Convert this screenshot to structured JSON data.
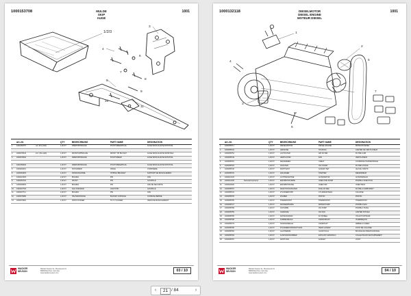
{
  "left_page": {
    "code": "1000153708",
    "title": [
      "MULDE",
      "SKIP",
      "AUGE"
    ],
    "group_number": "1001",
    "drawing_callout": "1/2/3",
    "columns": [
      "Art.-Nr.",
      "QTY",
      "BEZEICHNUNG",
      "PART NAME",
      "DESIGNATION"
    ],
    "rows": [
      [
        "1",
        "1000150757",
        "vef. (Pos.2&3)",
        "1,00 ST",
        "DREHKIPPMULDE",
        "PIVOT/SPEED/HAUL",
        "AUGE BASCULANTE ROTATIVE"
      ],
      [
        "",
        "",
        "",
        "",
        "",
        "",
        ""
      ],
      [
        "2",
        "1000078044",
        "incl. (Pos.2&3)",
        "1,00 ST",
        "FRONTKIPPMULDE",
        "FRONT TIP BUCKET",
        "AUGE BASCULANTE FRONTALE"
      ],
      [
        "3",
        "1000078040",
        "",
        "1,00 ST",
        "DREHKIPPMULDE",
        "PIVOT/SPEED",
        "AUGE BASCULANTE ROTATIVE"
      ],
      [
        "",
        "",
        "",
        "",
        "",
        "",
        ""
      ],
      [
        "4",
        "1000156340",
        "",
        "1,00 ST",
        "DREHKIPPMULDE",
        "PIVOT/SPEED/HAUL",
        "AUGE BASCULANTE ROTATIVE"
      ],
      [
        "5",
        "1000093113",
        "",
        "1,00 ST",
        "SCHARNIER",
        "HINGE",
        "CHARNIERE"
      ],
      [
        "6",
        "1000081053",
        "",
        "1,00 ST",
        "KIPPAUFNAHME",
        "TIPPING BRACKET",
        "SUPPORT DE BASCULEMENT"
      ],
      [
        "7",
        "1000010053",
        "",
        "2,00 ST",
        "BOLZEN",
        "PIN",
        "AXE"
      ],
      [
        "8",
        "1000081702",
        "",
        "1,00 ST",
        "SPLINT",
        "PIN",
        "GOUPILLE"
      ],
      [
        "9",
        "1000093063",
        "",
        "1,00 ST",
        "BOLZEN",
        "PIN",
        "AXE DE SECURITE"
      ],
      [
        "10",
        "1000007703",
        "",
        "1,00 ST",
        "FALLSTECKER",
        "LINCH PIN",
        "GOUPILLE"
      ],
      [
        "11",
        "1000007711",
        "",
        "2,00 ST",
        "BOLZEN",
        "PIN",
        "AXE"
      ],
      [
        "12",
        "1000079080",
        "",
        "1,00 ST",
        "HALTEKONSOLE",
        "BUCKET CONSOLE",
        "CONSOLE BENNE"
      ],
      [
        "13",
        "1000079081",
        "",
        "1,00 ST",
        "KIPPCYLINDER",
        "TILT CYLINDER",
        "VERIN DE BASCULEMENT"
      ]
    ],
    "footer": {
      "brand": [
        "WACKER",
        "NEUSON"
      ],
      "contact": [
        "Wacker Neuson Se, Preussenstr.41",
        "80809 Munchen, Germany",
        "www.wackerneuson.com"
      ],
      "page_indicator": "03 / 10"
    }
  },
  "right_page": {
    "code": "1000132118",
    "title": [
      "DIESELMOTOR",
      "DIESEL ENGINE",
      "MOTEUR DIESEL"
    ],
    "group_number": "1001",
    "columns": [
      "Art.-Nr.",
      "QTY",
      "BEZEICHNUNG",
      "PART NAME",
      "DESIGNATION"
    ],
    "rows": [
      [
        "1",
        "1000085717",
        "",
        "1,00 ST",
        "DIESELMOTOR",
        "DIESEL ENGINE",
        "MOTEUR DIESEL"
      ],
      [
        "2",
        "1000085724",
        "",
        "1,00 ST",
        "GEHAUSE",
        "HOUSING",
        "CARTER DE VENTILATEUR"
      ],
      [
        "3",
        "1000085754",
        "",
        "1,00 ST",
        "LUFTFILTER",
        "AIR FILTER",
        "FILTRE A AIR"
      ],
      [
        "4",
        "1000085749",
        "",
        "1,00 ST",
        "VENTILATOR",
        "FAN",
        "VENTILATEUR"
      ],
      [
        "5",
        "1000085715",
        "",
        "1,00 ST",
        "KEILRIEMEN",
        "V-BELT",
        "COURROIE TRAPEZOIDALE"
      ],
      [
        "6",
        "1000085718",
        "",
        "1,00 ST",
        "OLFILTER",
        "OIL FILTER",
        "FILTRE A HUILE"
      ],
      [
        "7",
        "1000085740",
        "",
        "1,00 ST",
        "DICHTSATZ",
        "GASKET SET",
        "JEU DE JOINTS"
      ],
      [
        "8",
        "1000085732",
        "",
        "1,00 ST",
        "ANLASSER",
        "STARTER",
        "DEMARREUR"
      ],
      [
        "9",
        "1000010103",
        "",
        "1,00 ST",
        "LICHTMASCHINE",
        "ALTERNATOR",
        "ALTERNATEUR"
      ],
      [
        "10",
        "1000010106",
        "Nebenkomponente",
        "1,00 ST",
        "EINSPRITZPUMPE",
        "INJECTION PUMP",
        "POMPE A INJECTION"
      ],
      [
        "11",
        "1000093106",
        "",
        "1,00 ST",
        "EINSPRITZDUSE",
        "INJECTOR",
        "INJECTEUR"
      ],
      [
        "12",
        "1000085757",
        "",
        "1,00 ST",
        "KRAFTSTOFFFILTER",
        "FUEL FILTER",
        "FILTRE A CARBURANT"
      ],
      [
        "13",
        "1000085722",
        "",
        "1,00 ST",
        "ZYLINDERKOPF",
        "CYLINDER HEAD",
        "CULASSE"
      ],
      [
        "14",
        "1000085725",
        "",
        "1,00 ST",
        "KOLBEN",
        "PISTON",
        "PISTON"
      ],
      [
        "15",
        "1000085765",
        "",
        "1,00 ST",
        "THERMOSTAT",
        "THERMOSTAT",
        "THERMOSTAT"
      ],
      [
        "16",
        "1000085727",
        "",
        "1,00 ST",
        "WASSERPUMPE",
        "WATER PUMP",
        "POMPE A EAU"
      ],
      [
        "17",
        "1000085789",
        "",
        "1,00 ST",
        "OLPUMPE",
        "OIL PUMP",
        "POMPE A HUILE"
      ],
      [
        "18",
        "1000085759",
        "",
        "1,00 ST",
        "OLWANNE",
        "OIL PAN",
        "CARTER D'HUILE"
      ],
      [
        "19",
        "1000085755",
        "",
        "1,00 ST",
        "SCHWUNGRAD",
        "FLYWHEEL",
        "VOLANT MOTEUR"
      ],
      [
        "20",
        "1000085768",
        "",
        "1,00 ST",
        "KURBELWELLE",
        "CRANKSHAFT",
        "VILEBREQUIN"
      ],
      [
        "21",
        "1000085779",
        "",
        "1,00 ST",
        "NOCKENWELLE",
        "CAMSHAFT",
        "ARBRE A CAMES"
      ],
      [
        "22",
        "1000085796",
        "",
        "1,00 ST",
        "ZYLINDERKOPFDICHTUNG",
        "HEAD GASKET",
        "JOINT DE CULASSE"
      ],
      [
        "23",
        "1000085782",
        "",
        "1,00 ST",
        "GLUHKERZE",
        "GLOW PLUG",
        "BOUGIE DE PRECHAUFFAGE"
      ],
      [
        "24",
        "1000085784",
        "",
        "1,00 ST",
        "AUSPUFFKRUMMER",
        "EXHAUST MANIFOLD",
        "COLLECTEUR D'ECHAPPEMENT"
      ],
      [
        "25",
        "1000085787",
        "",
        "1,00 ST",
        "DICHTUNG",
        "GASKET",
        "JOINT"
      ]
    ],
    "footer": {
      "brand": [
        "WACKER",
        "NEUSON"
      ],
      "contact": [
        "Wacker Neuson Se, Preussenstr.41",
        "80809 Munchen, Germany",
        "www.wackerneuson.com"
      ],
      "page_indicator": "04 / 10"
    }
  },
  "viewer": {
    "current_page": "21",
    "total_pages": "/ 84",
    "prev_symbol": "‹",
    "next_symbol": "›"
  },
  "colors": {
    "brand_red": "#c8102e",
    "viewer_background": "#e9e9e9"
  }
}
